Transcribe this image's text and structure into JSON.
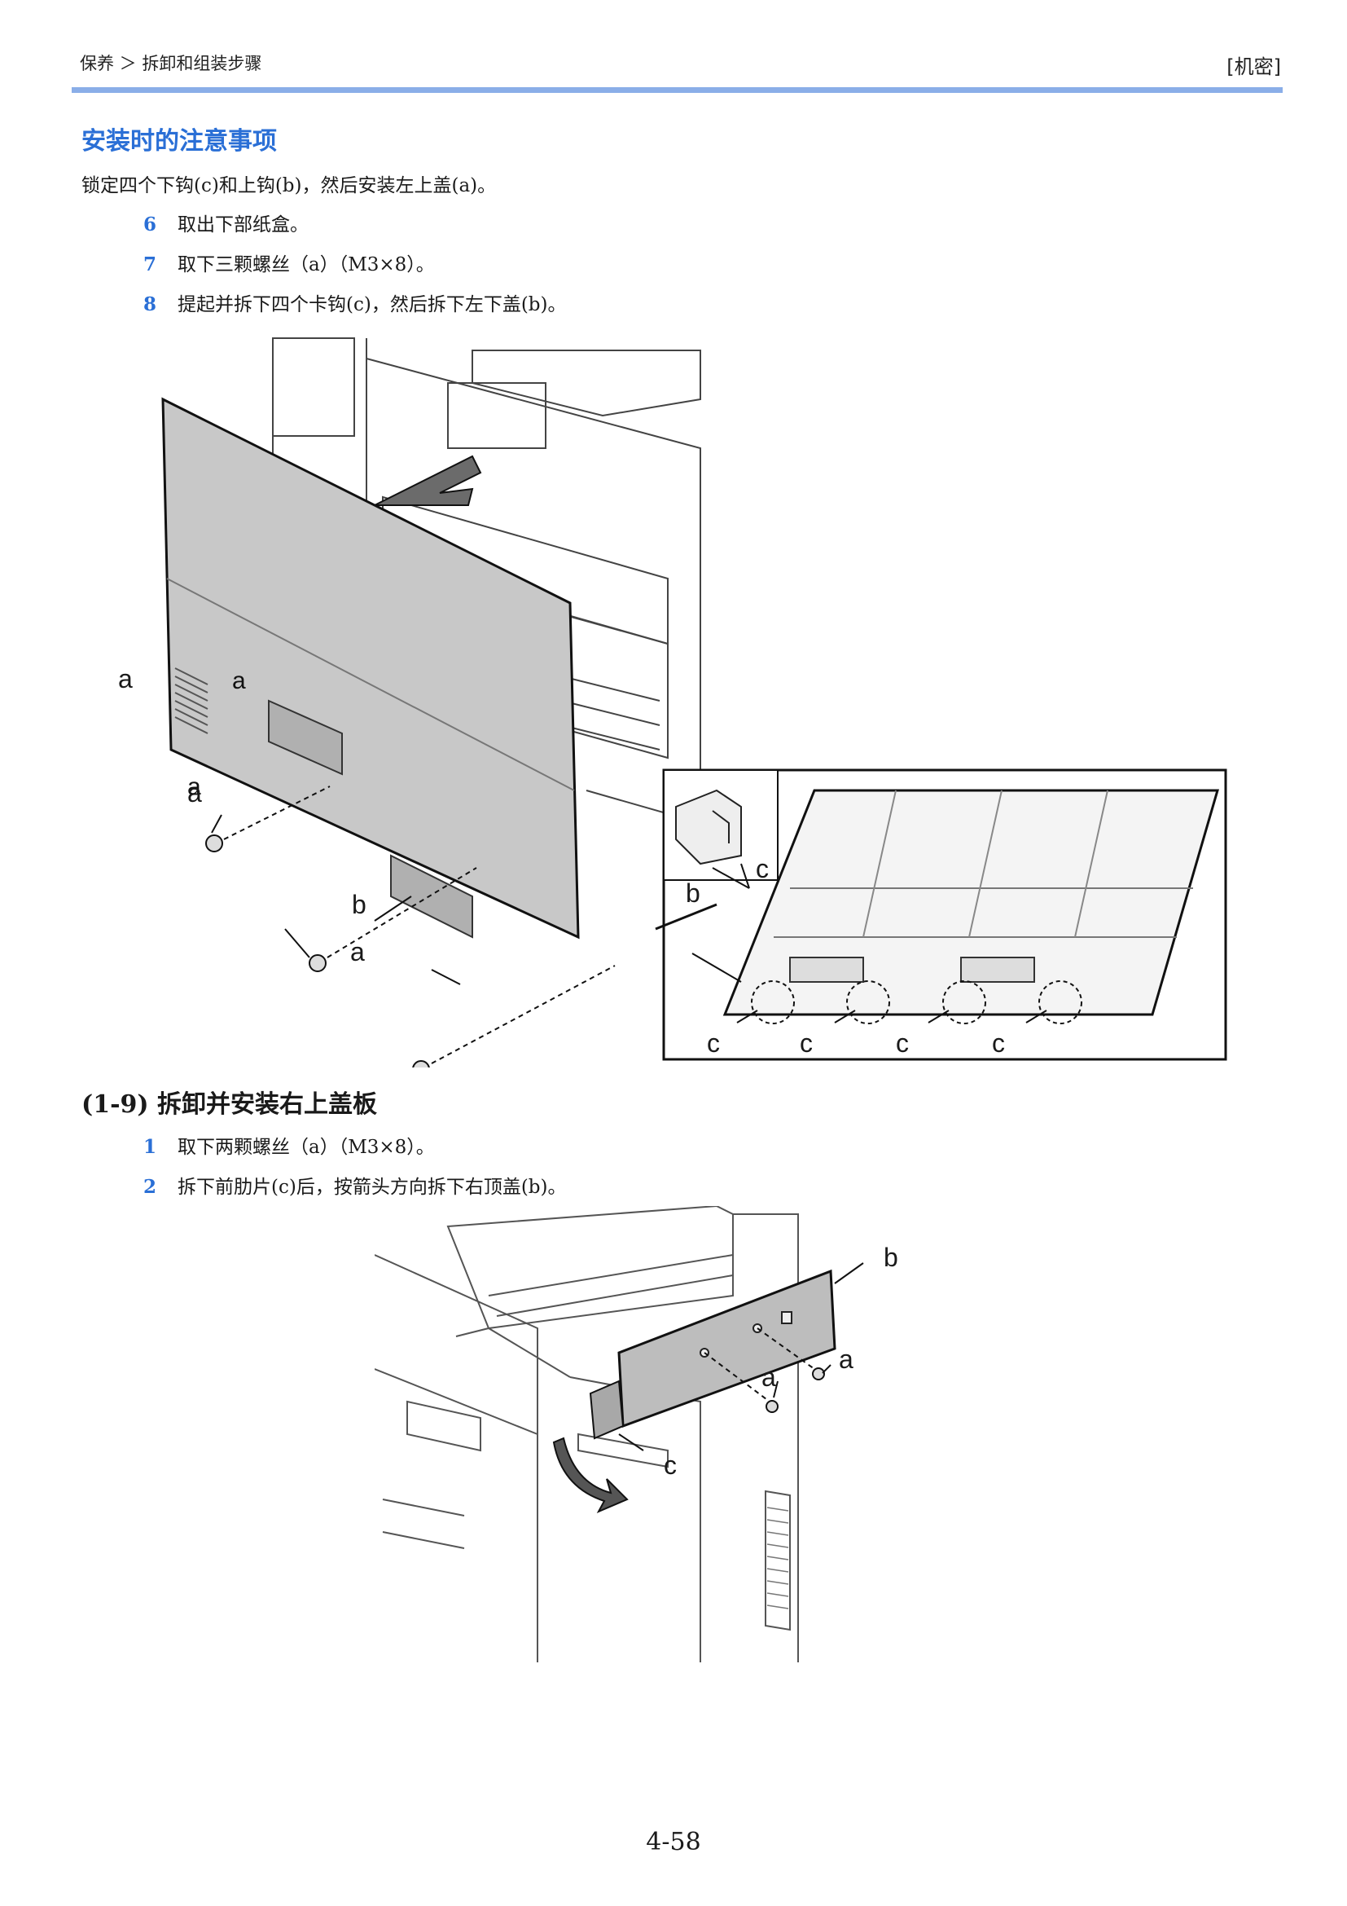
{
  "header": {
    "breadcrumb": "保养 ＞ 拆卸和组装步骤",
    "confidential": "[机密]"
  },
  "install_note": {
    "title": "安装时的注意事项",
    "text": "锁定四个下钩(c)和上钩(b)，然后安装左上盖(a)。"
  },
  "steps_a": [
    {
      "num": "6",
      "text": "取出下部纸盒。"
    },
    {
      "num": "7",
      "text": "取下三颗螺丝（a）（M3×8）。"
    },
    {
      "num": "8",
      "text": "提起并拆下四个卡钩(c)，然后拆下左下盖(b)。"
    }
  ],
  "figure1": {
    "labels": {
      "a": "a",
      "b": "b",
      "c": "c"
    }
  },
  "section": {
    "title": "(1-9) 拆卸并安装右上盖板"
  },
  "steps_b": [
    {
      "num": "1",
      "text": "取下两颗螺丝（a）（M3×8）。"
    },
    {
      "num": "2",
      "text": "拆下前肋片(c)后，按箭头方向拆下右顶盖(b)。"
    }
  ],
  "figure2": {
    "labels": {
      "a": "a",
      "b": "b",
      "c": "c"
    }
  },
  "footer": {
    "page_number": "4-58"
  },
  "colors": {
    "accent": "#2a6fd6",
    "rule": "#8aaee8",
    "panel": "#c8c8c8"
  }
}
